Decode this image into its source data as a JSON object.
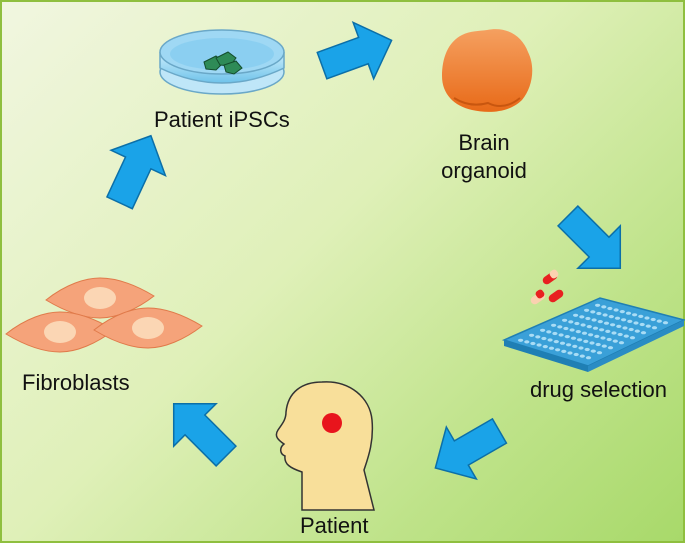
{
  "labels": {
    "ipsc": "Patient iPSCs",
    "organoid_line1": "Brain",
    "organoid_line2": "organoid",
    "drug": "drug selection",
    "patient": "Patient",
    "fibroblasts": "Fibroblasts"
  },
  "colors": {
    "arrow": "#1aa3e8",
    "arrow_edge": "#0b6fa8",
    "organoid": "#f08a3c",
    "cell_body": "#f5a37a",
    "cell_nucleus": "#fbd6b4",
    "plate": "#3aa0d8",
    "head": "#f8df9a",
    "lesion": "#e8141c",
    "dish_liquid": "#8fd0f0",
    "ipsc_colony": "#2e8b57",
    "pill_red": "#e82020"
  },
  "icons": [
    "petri-dish-icon",
    "brain-organoid-icon",
    "pills-icon",
    "well-plate-icon",
    "head-icon",
    "fibroblast-icon",
    "cycle-arrow-icon"
  ]
}
